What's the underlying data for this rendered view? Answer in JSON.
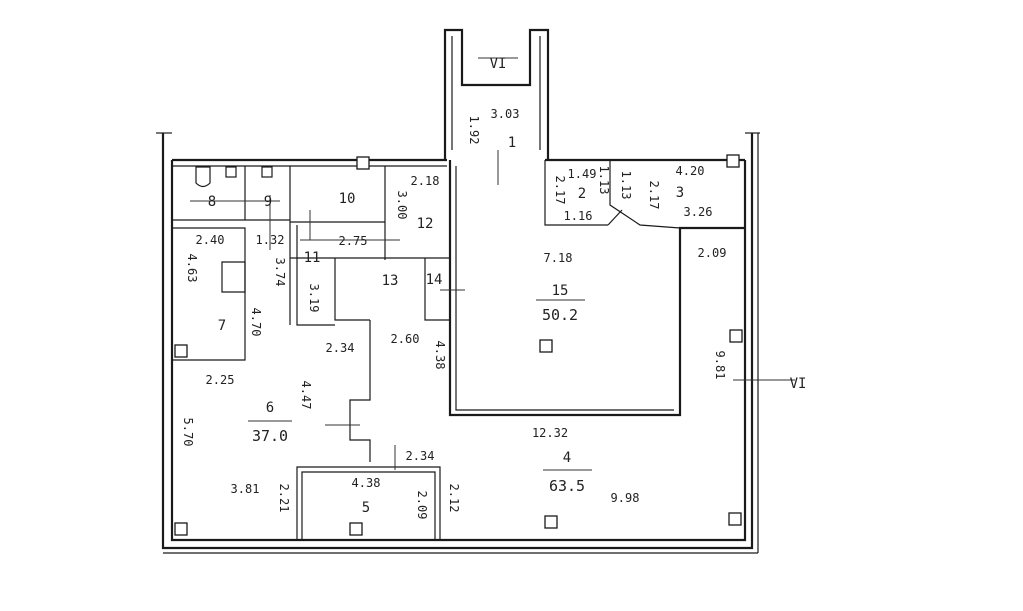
{
  "rooms": [
    {
      "id": "1",
      "area": ""
    },
    {
      "id": "2",
      "area": ""
    },
    {
      "id": "3",
      "area": ""
    },
    {
      "id": "4",
      "area": "63.5"
    },
    {
      "id": "5",
      "area": ""
    },
    {
      "id": "6",
      "area": "37.0"
    },
    {
      "id": "7",
      "area": ""
    },
    {
      "id": "8",
      "area": ""
    },
    {
      "id": "9",
      "area": ""
    },
    {
      "id": "10",
      "area": ""
    },
    {
      "id": "11",
      "area": ""
    },
    {
      "id": "12",
      "area": ""
    },
    {
      "id": "13",
      "area": ""
    },
    {
      "id": "14",
      "area": ""
    },
    {
      "id": "15",
      "area": "50.2"
    }
  ],
  "section_marks": {
    "top": "VI",
    "right": "VI"
  },
  "dimensions": {
    "d_303": "3.03",
    "d_192": "1.92",
    "d_218": "2.18",
    "d_300": "3.00",
    "d_149": "1.49",
    "d_217a": "2.17",
    "d_113a": "1.13",
    "d_113b": "1.13",
    "d_217b": "2.17",
    "d_116": "1.16",
    "d_420": "4.20",
    "d_326": "3.26",
    "d_240": "2.40",
    "d_132": "1.32",
    "d_275": "2.75",
    "d_463": "4.63",
    "d_374": "3.74",
    "d_319": "3.19",
    "d_470": "4.70",
    "d_718": "7.18",
    "d_209a": "2.09",
    "d_234a": "2.34",
    "d_260": "2.60",
    "d_438": "4.38",
    "d_225": "2.25",
    "d_447": "4.47",
    "d_981": "9.81",
    "d_570": "5.70",
    "d_1232": "12.32",
    "d_234b": "2.34",
    "d_381": "3.81",
    "d_221": "2.21",
    "d_438b": "4.38",
    "d_209b": "2.09",
    "d_212": "2.12",
    "d_998": "9.98"
  }
}
